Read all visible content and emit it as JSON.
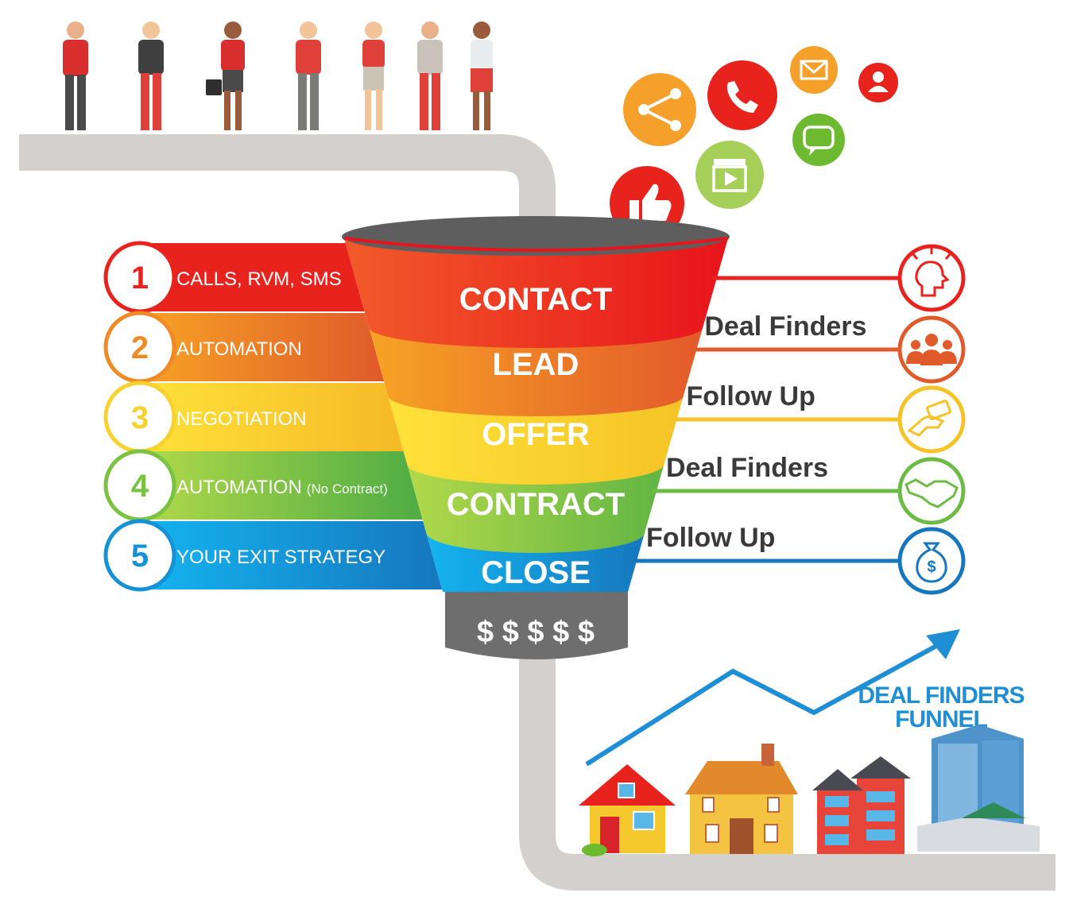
{
  "funnel": {
    "stages": [
      {
        "label": "CONTACT",
        "color_left": "#F25A2A",
        "color_right": "#E8141B"
      },
      {
        "label": "LEAD",
        "color_left": "#F7A325",
        "color_right": "#E35A2A"
      },
      {
        "label": "OFFER",
        "color_left": "#FFE23A",
        "color_right": "#F5C326"
      },
      {
        "label": "CONTRACT",
        "color_left": "#B2D94A",
        "color_right": "#61B544"
      },
      {
        "label": "CLOSE",
        "color_left": "#14B4F0",
        "color_right": "#1677BE"
      }
    ],
    "spout_label": "$ $ $ $ $"
  },
  "steps": [
    {
      "number": "1",
      "label": "CALLS, RVM, SMS",
      "note": "",
      "color": "#E8231E"
    },
    {
      "number": "2",
      "label": "AUTOMATION",
      "note": "",
      "color": "#F08A24"
    },
    {
      "number": "3",
      "label": "NEGOTIATION",
      "note": "",
      "color": "#F7D22E"
    },
    {
      "number": "4",
      "label": "AUTOMATION",
      "note": "(No Contract)",
      "color": "#7CC242"
    },
    {
      "number": "5",
      "label": "YOUR EXIT STRATEGY",
      "note": "",
      "color": "#1592D6"
    }
  ],
  "right_rows": [
    {
      "label": "",
      "icon": "idea-head-icon",
      "color": "#E8231E"
    },
    {
      "label": "Deal Finders",
      "icon": "team-icon",
      "color": "#E05A2A"
    },
    {
      "label": "Follow Up",
      "icon": "hand-card-icon",
      "color": "#F5C326"
    },
    {
      "label": "Deal Finders",
      "icon": "handshake-icon",
      "color": "#6DBB45"
    },
    {
      "label": "Follow Up",
      "icon": "money-bag-icon",
      "color": "#1677BE"
    }
  ],
  "social_icons": [
    {
      "name": "share-icon",
      "color": "#F5A02A"
    },
    {
      "name": "phone-icon",
      "color": "#E8231E"
    },
    {
      "name": "mail-icon",
      "color": "#F5A02A"
    },
    {
      "name": "user-icon",
      "color": "#E8231E"
    },
    {
      "name": "chat-icon",
      "color": "#6DB92F"
    },
    {
      "name": "video-icon",
      "color": "#A6CF5A"
    },
    {
      "name": "thumbs-up-icon",
      "color": "#E8231E"
    }
  ],
  "brand": {
    "title_line1": "DEAL FINDERS",
    "title_line2": "FUNNEL",
    "color": "#1E8FD5"
  }
}
